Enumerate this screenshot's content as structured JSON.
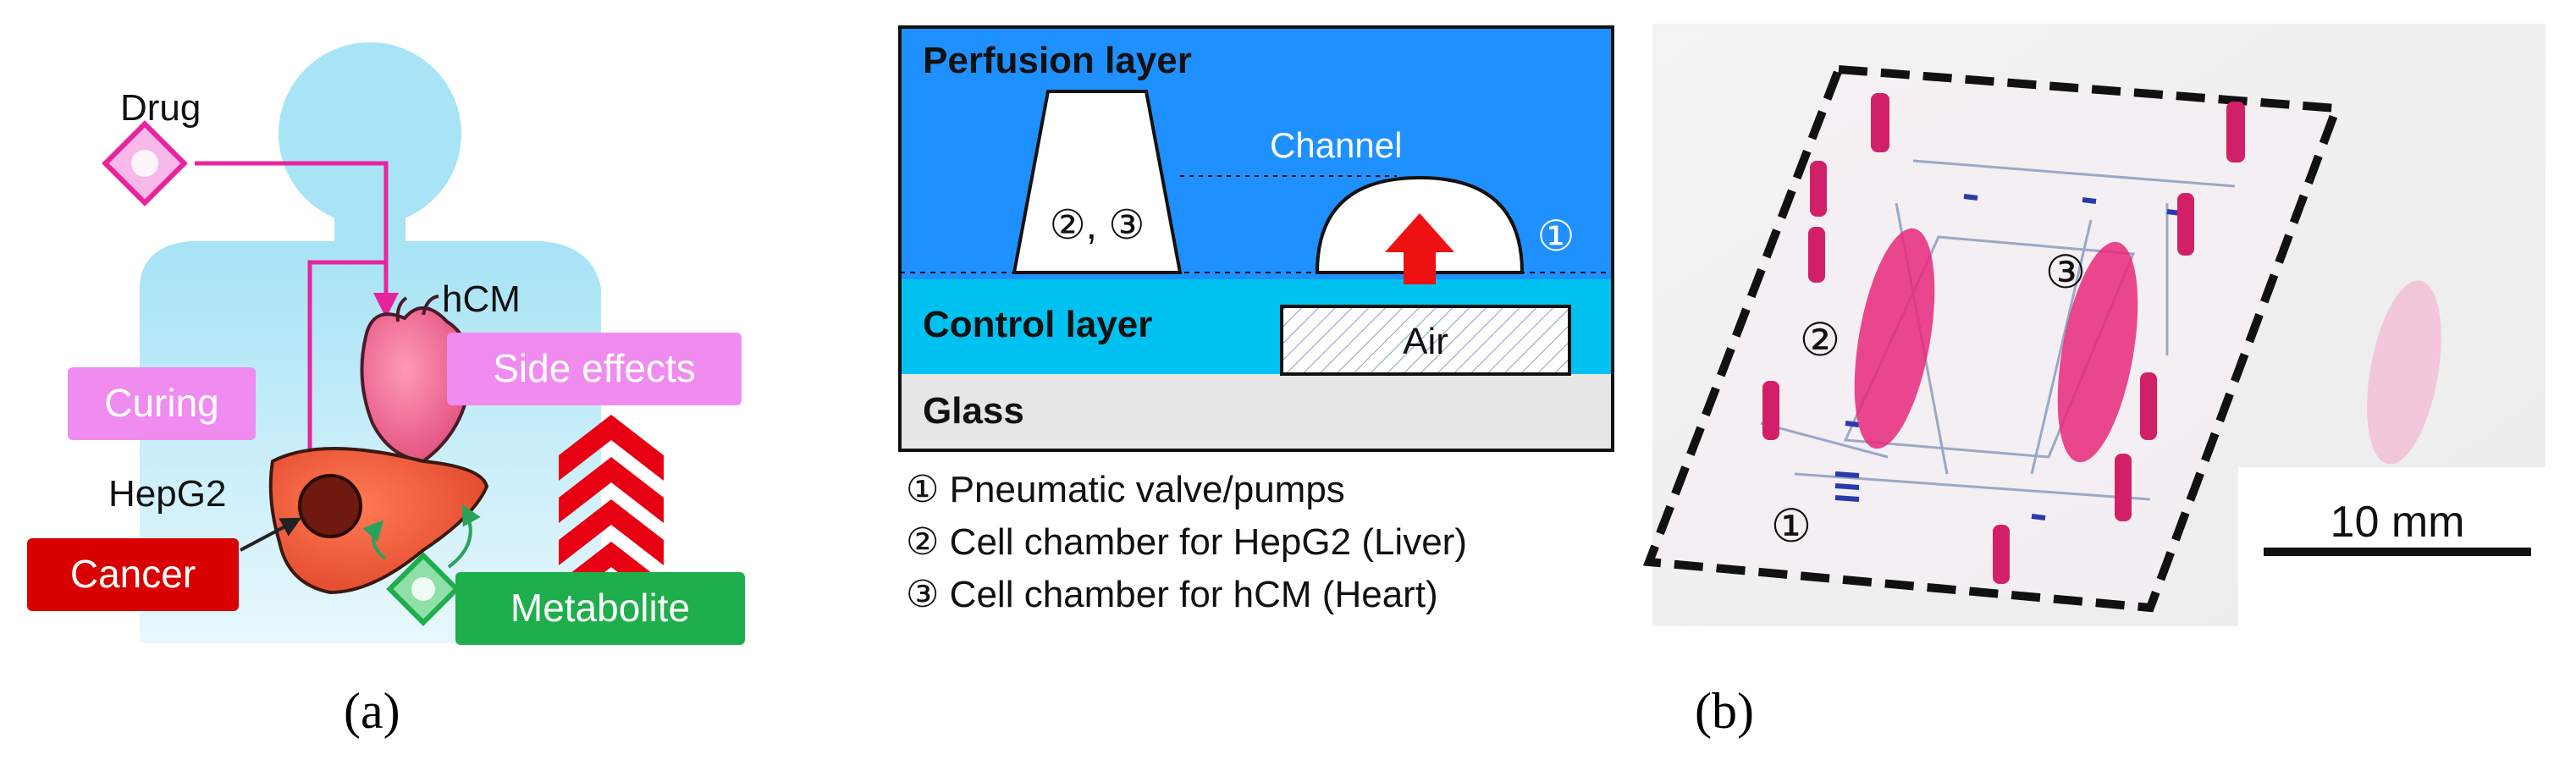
{
  "panel_a": {
    "drug_label": "Drug",
    "hcm_label": "hCM",
    "hepg2_label": "HepG2",
    "curing_label": "Curing",
    "side_effects_label": "Side effects",
    "cancer_label": "Cancer",
    "metabolite_label": "Metabolite",
    "caption": "(a)"
  },
  "panel_b": {
    "perfusion_label": "Perfusion layer",
    "channel_label": "Channel",
    "chamber_label": "②, ③",
    "valve_marker": "①",
    "control_label": "Control layer",
    "air_label": "Air",
    "glass_label": "Glass",
    "legend": [
      "① Pneumatic valve/pumps",
      "② Cell chamber for HepG2 (Liver)",
      "③ Cell chamber for hCM (Heart)"
    ],
    "photo_marker_1": "①",
    "photo_marker_2": "②",
    "photo_marker_3": "③",
    "scale_label": "10 mm",
    "caption": "(b)"
  },
  "colors": {
    "body_blue": "#a8e4f6",
    "drug_pink": "#f060c8",
    "label_box_pink": "#f08cf0",
    "cancer_red": "#d80000",
    "metabolite_green": "#1fae4c",
    "perfusion_blue": "#1e90ff",
    "control_blue": "#00c2f0",
    "glass_gray": "#e6e6e6"
  }
}
